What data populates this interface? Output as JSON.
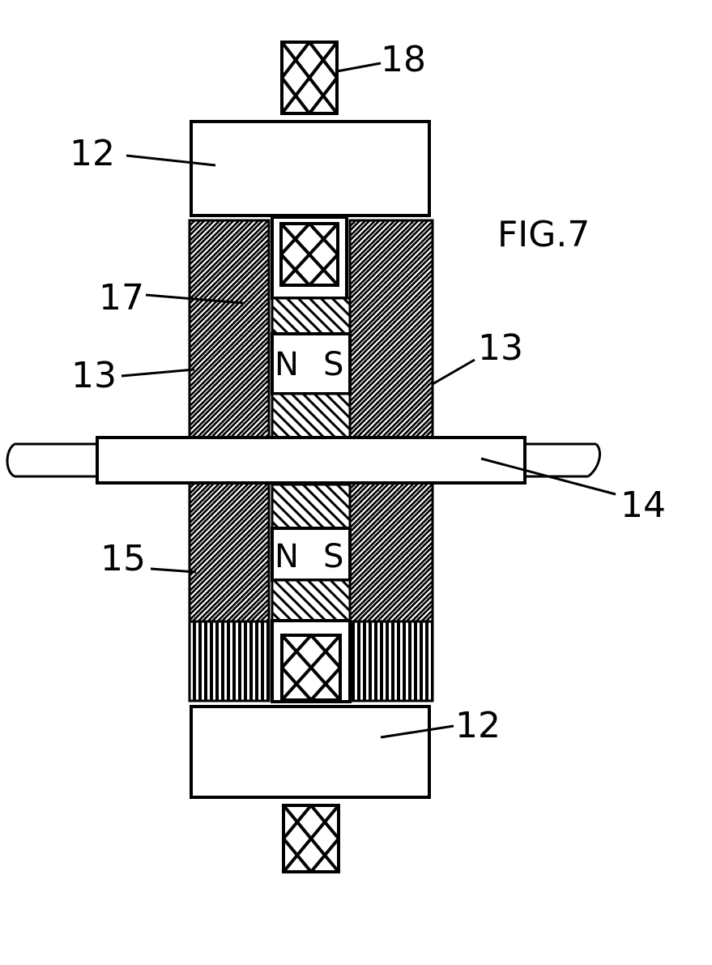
{
  "figure": {
    "title": "FIG.7",
    "labels": {
      "ref_18": "18",
      "ref_12_top": "12",
      "ref_17": "17",
      "ref_13_left": "13",
      "ref_13_right": "13",
      "ref_14": "14",
      "ref_15": "15",
      "ref_12_bottom": "12"
    },
    "magnets": {
      "upper_n": "N",
      "upper_s": "S",
      "lower_n": "N",
      "lower_s": "S"
    }
  }
}
